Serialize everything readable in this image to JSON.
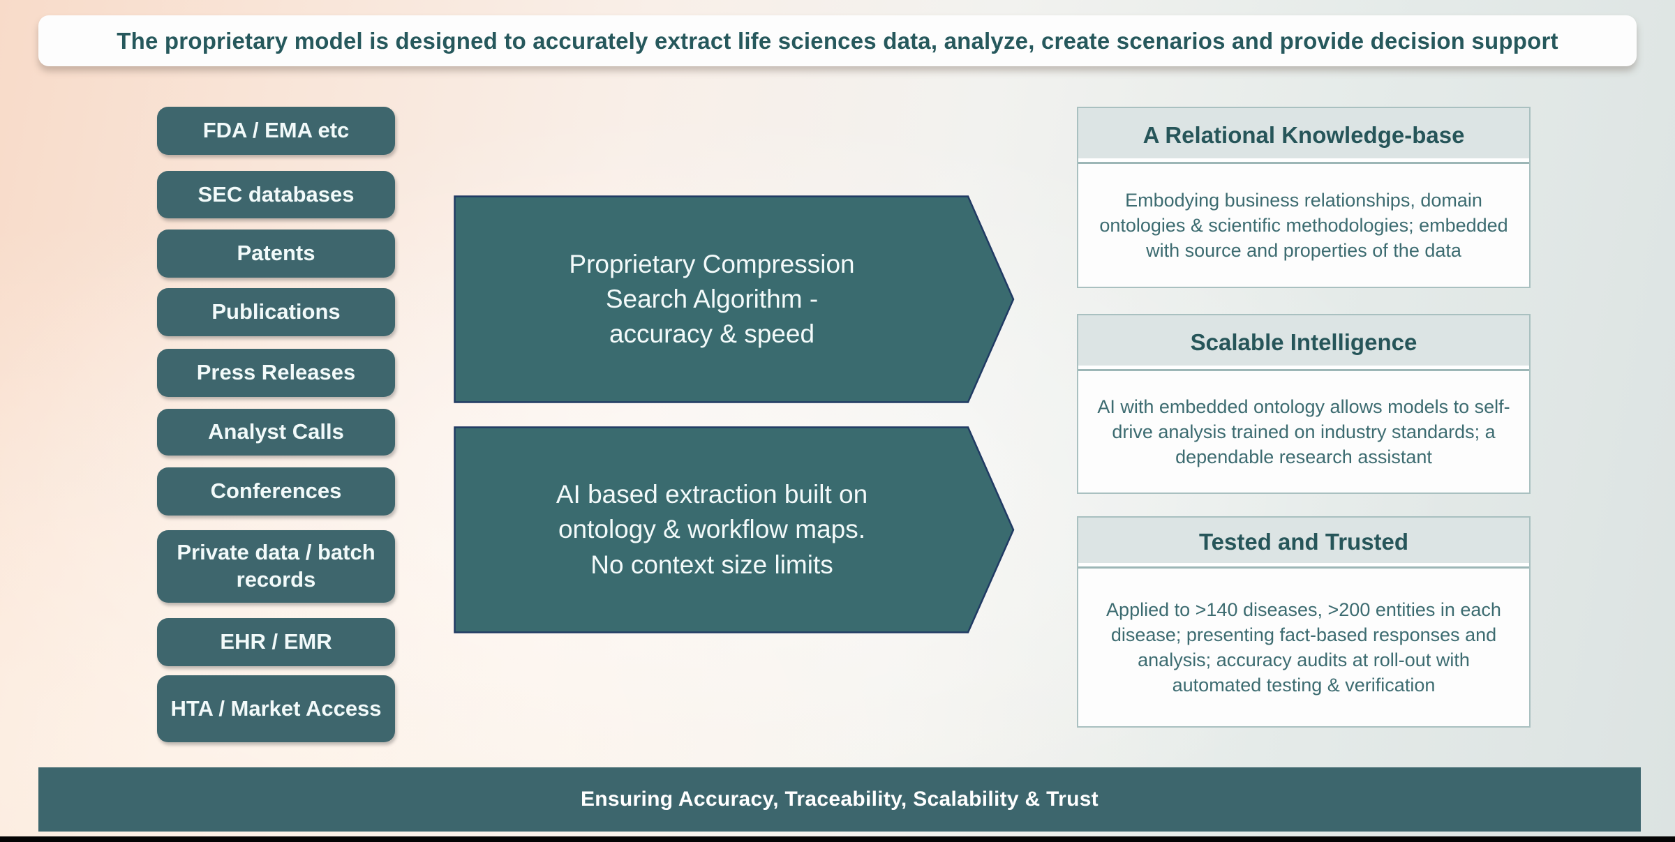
{
  "slide": {
    "top_banner": "The proprietary model is designed to accurately extract life sciences data, analyze, create scenarios and provide decision support",
    "bottom_banner": "Ensuring Accuracy, Traceability, Scalability & Trust"
  },
  "data_sources": [
    {
      "label": "FDA / EMA etc"
    },
    {
      "label": "SEC databases"
    },
    {
      "label": "Patents"
    },
    {
      "label": "Publications"
    },
    {
      "label": "Press Releases"
    },
    {
      "label": "Analyst Calls"
    },
    {
      "label": "Conferences"
    },
    {
      "label": "Private data / batch records"
    },
    {
      "label": "EHR / EMR"
    },
    {
      "label": "HTA / Market Access"
    }
  ],
  "process_arrows": [
    {
      "text": "Proprietary Compression\nSearch Algorithm -\naccuracy & speed"
    },
    {
      "text": "AI based extraction built on\nontology & workflow  maps.\nNo context size limits"
    }
  ],
  "capabilities": [
    {
      "title": "A Relational Knowledge-base",
      "body": "Embodying business relationships, domain ontologies & scientific methodologies; embedded with source and properties of the data"
    },
    {
      "title": "Scalable Intelligence",
      "body": "AI with embedded ontology allows models to self-drive analysis trained on industry standards; a dependable research assistant"
    },
    {
      "title": "Tested and Trusted",
      "body": "Applied to >140 diseases, >200 entities in each disease; presenting fact-based responses and analysis; accuracy audits at roll-out with automated testing & verification"
    }
  ],
  "colors": {
    "teal": "#3D666D",
    "arrow_fill": "#3A6B6F",
    "arrow_border": "#203A63",
    "capability_header_bg": "#DCE4E4",
    "heading_text": "#265559",
    "body_text": "#3C6B70",
    "background_left": "#F8DBC9",
    "background_right": "#DCE3E2"
  }
}
